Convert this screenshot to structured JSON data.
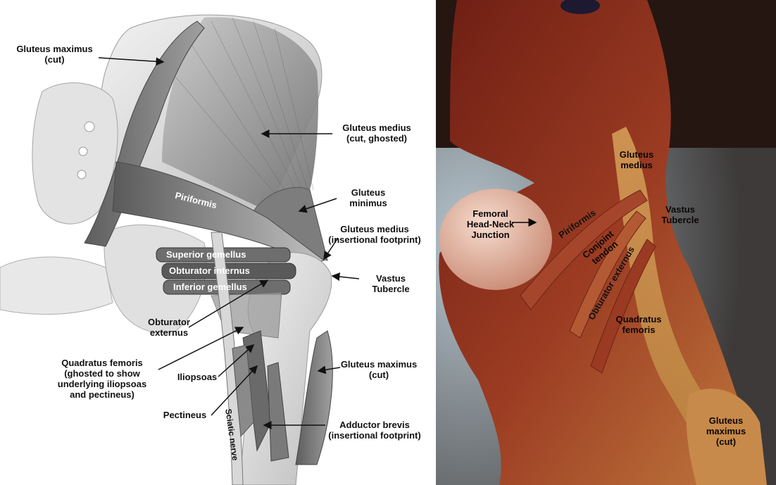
{
  "illustration": {
    "labels": {
      "gluteus_maximus_cut_top": "Gluteus maximus\n(cut)",
      "gluteus_medius_ghosted": "Gluteus medius\n(cut, ghosted)",
      "piriformis": "Piriformis",
      "gluteus_minimus": "Gluteus\nminimus",
      "gluteus_medius_footprint": "Gluteus medius\n(insertional footprint)",
      "superior_gemellus": "Superior gemellus",
      "obturator_internus": "Obturator internus",
      "inferior_gemellus": "Inferior gemellus",
      "vastus_tubercle": "Vastus\nTubercle",
      "obturator_externus": "Obturator\nexternus",
      "quadratus_femoris_ghosted": "Quadratus femoris\n(ghosted to show\nunderlying iliopsoas\nand pectineus)",
      "iliopsoas": "Iliopsoas",
      "gluteus_maximus_cut_bottom": "Gluteus maximus\n(cut)",
      "pectineus": "Pectineus",
      "sciatic_nerve": "Sciatic nerve",
      "adductor_brevis_footprint": "Adductor brevis\n(insertional footprint)"
    }
  },
  "photo": {
    "labels": {
      "gluteus_medius": "Gluteus\nmedius",
      "femoral_head_neck": "Femoral\nHead-Neck\nJunction",
      "piriformis": "Piriformis",
      "vastus_tubercle": "Vastus\nTubercle",
      "conjoint_tendon": "Conjoint\ntendon",
      "obturator_externus": "Obturator externus",
      "quadratus_femoris": "Quadratus\nfemoris",
      "gluteus_maximus_cut": "Gluteus\nmaximus\n(cut)"
    }
  },
  "colors": {
    "muscle_gray": "#8a8a8a",
    "bone_light": "#e6e6e6",
    "tissue_red": "#8e2a1c",
    "fat_yellow": "#d9a55a",
    "femoral_head": "#e8b9a8"
  }
}
